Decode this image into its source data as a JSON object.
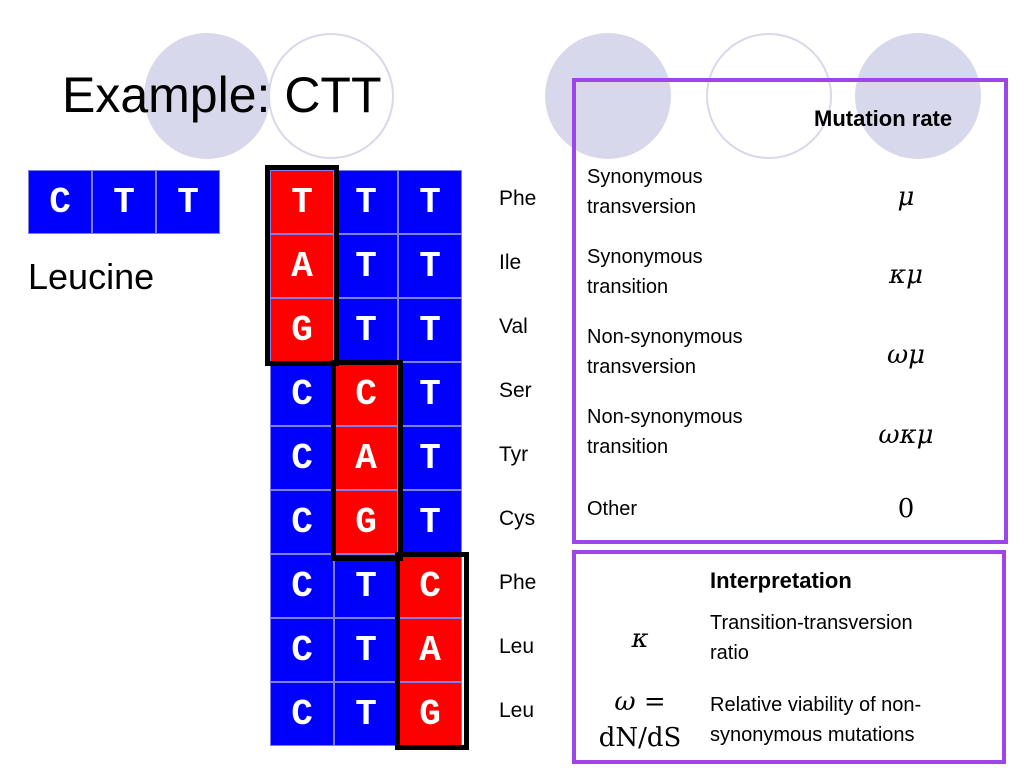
{
  "title": "Example: CTT",
  "original": {
    "codon": [
      {
        "base": "C"
      },
      {
        "base": "T"
      },
      {
        "base": "T"
      }
    ],
    "amino_acid": "Leucine"
  },
  "mutants": [
    {
      "bases": [
        {
          "b": "T",
          "mutated": true
        },
        {
          "b": "T",
          "mutated": false
        },
        {
          "b": "T",
          "mutated": false
        }
      ],
      "aa": "Phe"
    },
    {
      "bases": [
        {
          "b": "A",
          "mutated": true
        },
        {
          "b": "T",
          "mutated": false
        },
        {
          "b": "T",
          "mutated": false
        }
      ],
      "aa": "Ile"
    },
    {
      "bases": [
        {
          "b": "G",
          "mutated": true
        },
        {
          "b": "T",
          "mutated": false
        },
        {
          "b": "T",
          "mutated": false
        }
      ],
      "aa": "Val"
    },
    {
      "bases": [
        {
          "b": "C",
          "mutated": false
        },
        {
          "b": "C",
          "mutated": true
        },
        {
          "b": "T",
          "mutated": false
        }
      ],
      "aa": "Ser"
    },
    {
      "bases": [
        {
          "b": "C",
          "mutated": false
        },
        {
          "b": "A",
          "mutated": true
        },
        {
          "b": "T",
          "mutated": false
        }
      ],
      "aa": "Tyr"
    },
    {
      "bases": [
        {
          "b": "C",
          "mutated": false
        },
        {
          "b": "G",
          "mutated": true
        },
        {
          "b": "T",
          "mutated": false
        }
      ],
      "aa": "Cys"
    },
    {
      "bases": [
        {
          "b": "C",
          "mutated": false
        },
        {
          "b": "T",
          "mutated": false
        },
        {
          "b": "C",
          "mutated": true
        }
      ],
      "aa": "Phe"
    },
    {
      "bases": [
        {
          "b": "C",
          "mutated": false
        },
        {
          "b": "T",
          "mutated": false
        },
        {
          "b": "A",
          "mutated": true
        }
      ],
      "aa": "Leu"
    },
    {
      "bases": [
        {
          "b": "C",
          "mutated": false
        },
        {
          "b": "T",
          "mutated": false
        },
        {
          "b": "G",
          "mutated": true
        }
      ],
      "aa": "Leu"
    }
  ],
  "mutation_table": {
    "header": "Mutation rate",
    "rows": [
      {
        "label_line1": "Synonymous",
        "label_line2": "transversion",
        "rate": "μ"
      },
      {
        "label_line1": "Synonymous",
        "label_line2": "transition",
        "rate": "κμ"
      },
      {
        "label_line1": "Non-synonymous",
        "label_line2": "transversion",
        "rate": "ωμ"
      },
      {
        "label_line1": "Non-synonymous",
        "label_line2": "transition",
        "rate": "ωκμ"
      },
      {
        "label_line1": "Other",
        "label_line2": "",
        "rate": "0"
      }
    ]
  },
  "interpretation_table": {
    "header": "Interpretation",
    "rows": [
      {
        "symbol_line1": "κ",
        "symbol_line2": "",
        "text_line1": "Transition-transversion",
        "text_line2": "ratio"
      },
      {
        "symbol_line1": "ω =",
        "symbol_line2": "dN/dS",
        "text_line1": "Relative viability of non-",
        "text_line2": "synonymous mutations"
      }
    ]
  },
  "colors": {
    "base_cell": "#0000ff",
    "mutated_cell": "#ff0000",
    "box_border": "#9e44e8",
    "decor_circle": "#d8d8ec"
  }
}
